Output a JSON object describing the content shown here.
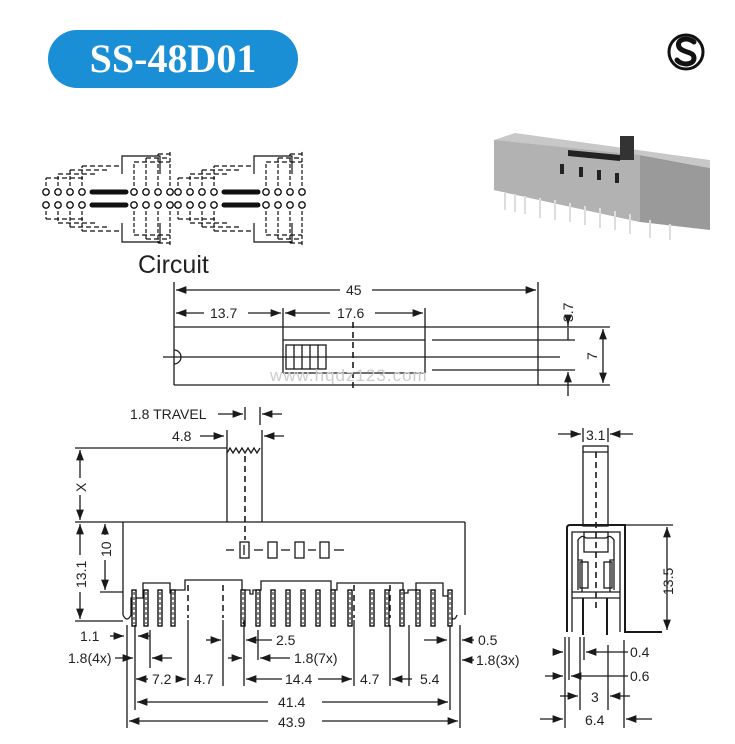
{
  "title": "SS-48D01",
  "logo": "S",
  "circuit_label": "Circuit",
  "watermark": "www.hqdz123.com",
  "top_view": {
    "overall": "45",
    "offset": "13.7",
    "slot": "17.6",
    "height_small": "3.7",
    "height": "7"
  },
  "front_view": {
    "travel": "1.8 TRAVEL",
    "actuator_width": "4.8",
    "actuator_height": "X",
    "body_height": "13.1",
    "inner_height": "10",
    "d_1_1": "1.1",
    "d_2_5": "2.5",
    "d_1_8_4x": "1.8(4x)",
    "d_1_8_7x": "1.8(7x)",
    "d_7_2": "7.2",
    "d_4_7_a": "4.7",
    "d_14_4": "14.4",
    "d_4_7_b": "4.7",
    "d_5_4": "5.4",
    "d_41_4": "41.4",
    "d_43_9": "43.9",
    "d_0_5": "0.5",
    "d_1_8_3x": "1.8(3x)"
  },
  "side_view": {
    "actuator_width": "3.1",
    "height": "13.5",
    "pin": "0.4",
    "leg": "0.6",
    "pitch": "3",
    "width": "6.4"
  }
}
